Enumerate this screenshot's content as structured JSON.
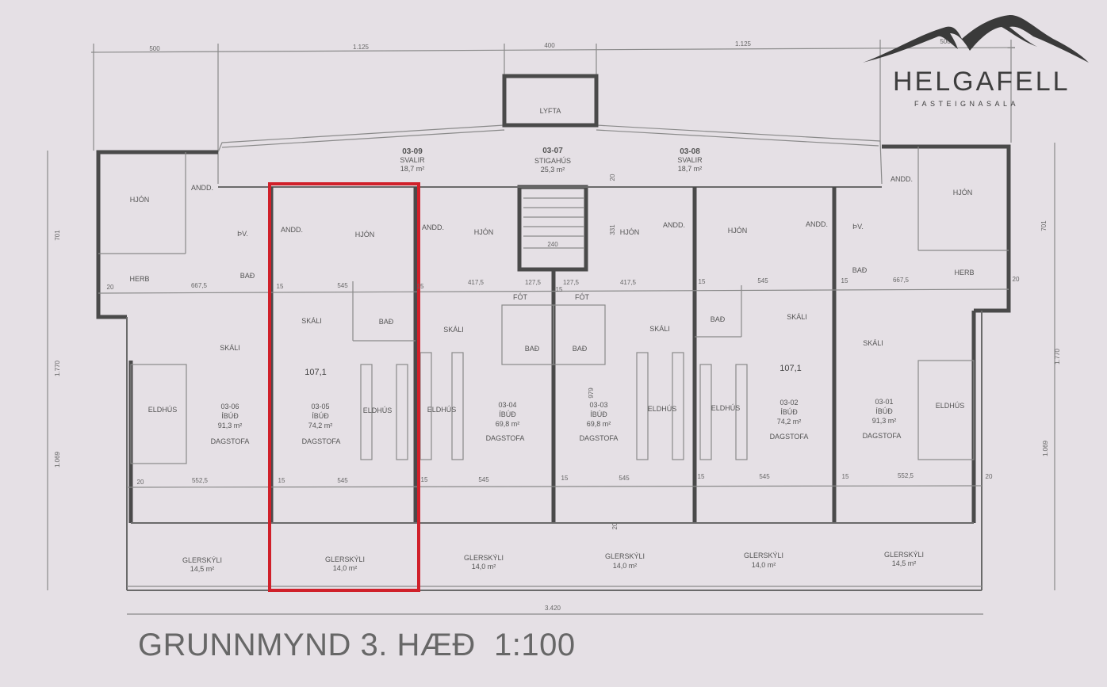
{
  "title": "GRUNNMYND 3. HÆÐ  1:100",
  "logo": {
    "name": "HELGAFELL",
    "subtitle": "FASTEIGNASALA"
  },
  "highlight_color": "#d0202a",
  "dimensions": {
    "top": [
      "500",
      "1.125",
      "400",
      "1.125",
      "500"
    ],
    "left": [
      "701",
      "1.770",
      "1.069"
    ],
    "right": [
      "701",
      "1.770",
      "1.069"
    ],
    "bottom": "3.420",
    "stair_width": "240"
  },
  "common": {
    "balcony_left": {
      "code": "03-09",
      "name": "SVALIR",
      "area": "18,7 m²"
    },
    "stairwell": {
      "code": "03-07",
      "name": "STIGAHÚS",
      "area": "25,3 m²"
    },
    "balcony_right": {
      "code": "03-08",
      "name": "SVALIR",
      "area": "18,7 m²"
    },
    "elevator": "LYFTA"
  },
  "units": {
    "u06": {
      "code": "03-06",
      "type": "ÍBÚÐ",
      "area": "91,3 m²",
      "hjon": "HJÓN",
      "andd": "ANDD.",
      "thv": "ÞV.",
      "bad": "BAÐ",
      "herb": "HERB",
      "skali": "SKÁLI",
      "eldhus": "ELDHÚS",
      "dagstofa": "DAGSTOFA",
      "glerskyli": "GLERSKÝLI",
      "gler_area": "14,5 m²",
      "d1": "20",
      "d2": "667,5",
      "d3": "20",
      "d4": "552,5"
    },
    "u05": {
      "code": "03-05",
      "type": "ÍBÚÐ",
      "area": "74,2 m²",
      "andd": "ANDD.",
      "hjon": "HJÓN",
      "skali": "SKÁLI",
      "bad": "BAÐ",
      "size": "107,1",
      "eldhus": "ELDHÚS",
      "dagstofa": "DAGSTOFA",
      "glerskyli": "GLERSKÝLI",
      "gler_area": "14,0 m²",
      "d1": "15",
      "d2": "545",
      "d3": "15",
      "d4": "545"
    },
    "u04": {
      "code": "03-04",
      "type": "ÍBÚÐ",
      "area": "69,8 m²",
      "andd": "ANDD.",
      "hjon": "HJÓN",
      "skali": "SKÁLI",
      "fot": "FÓT",
      "bad": "BAÐ",
      "eldhus": "ELDHÚS",
      "dagstofa": "DAGSTOFA",
      "glerskyli": "GLERSKÝLI",
      "gler_area": "14,0 m²",
      "d1": "15",
      "d2": "417,5",
      "d3": "127,5",
      "d4": "15",
      "d5": "545"
    },
    "u03": {
      "code": "03-03",
      "type": "ÍBÚÐ",
      "area": "69,8 m²",
      "andd": "ANDD.",
      "hjon": "HJÓN",
      "skali": "SKÁLI",
      "fot": "FÓT",
      "bad": "BAÐ",
      "eldhus": "ELDHÚS",
      "dagstofa": "DAGSTOFA",
      "glerskyli": "GLERSKÝLI",
      "gler_area": "14,0 m²",
      "d1": "127,5",
      "d2": "15",
      "d3": "417,5",
      "d4": "331",
      "d5": "20",
      "d6": "979",
      "d7": "15",
      "d8": "545",
      "d9": "20"
    },
    "u02": {
      "code": "03-02",
      "type": "ÍBÚÐ",
      "area": "74,2 m²",
      "andd": "ANDD.",
      "hjon": "HJÓN",
      "skali": "SKÁLI",
      "bad": "BAÐ",
      "size": "107,1",
      "eldhus": "ELDHÚS",
      "dagstofa": "DAGSTOFA",
      "glerskyli": "GLERSKÝLI",
      "gler_area": "14,0 m²",
      "d1": "15",
      "d2": "545",
      "d3": "15",
      "d4": "545"
    },
    "u01": {
      "code": "03-01",
      "type": "ÍBÚÐ",
      "area": "91,3 m²",
      "andd": "ANDD.",
      "hjon": "HJÓN",
      "thv": "ÞV.",
      "bad": "BAÐ",
      "herb": "HERB",
      "skali": "SKÁLI",
      "eldhus": "ELDHÚS",
      "dagstofa": "DAGSTOFA",
      "glerskyli": "GLERSKÝLI",
      "gler_area": "14,5 m²",
      "d1": "15",
      "d2": "667,5",
      "d3": "20",
      "d4": "15",
      "d5": "552,5",
      "d6": "20"
    }
  }
}
